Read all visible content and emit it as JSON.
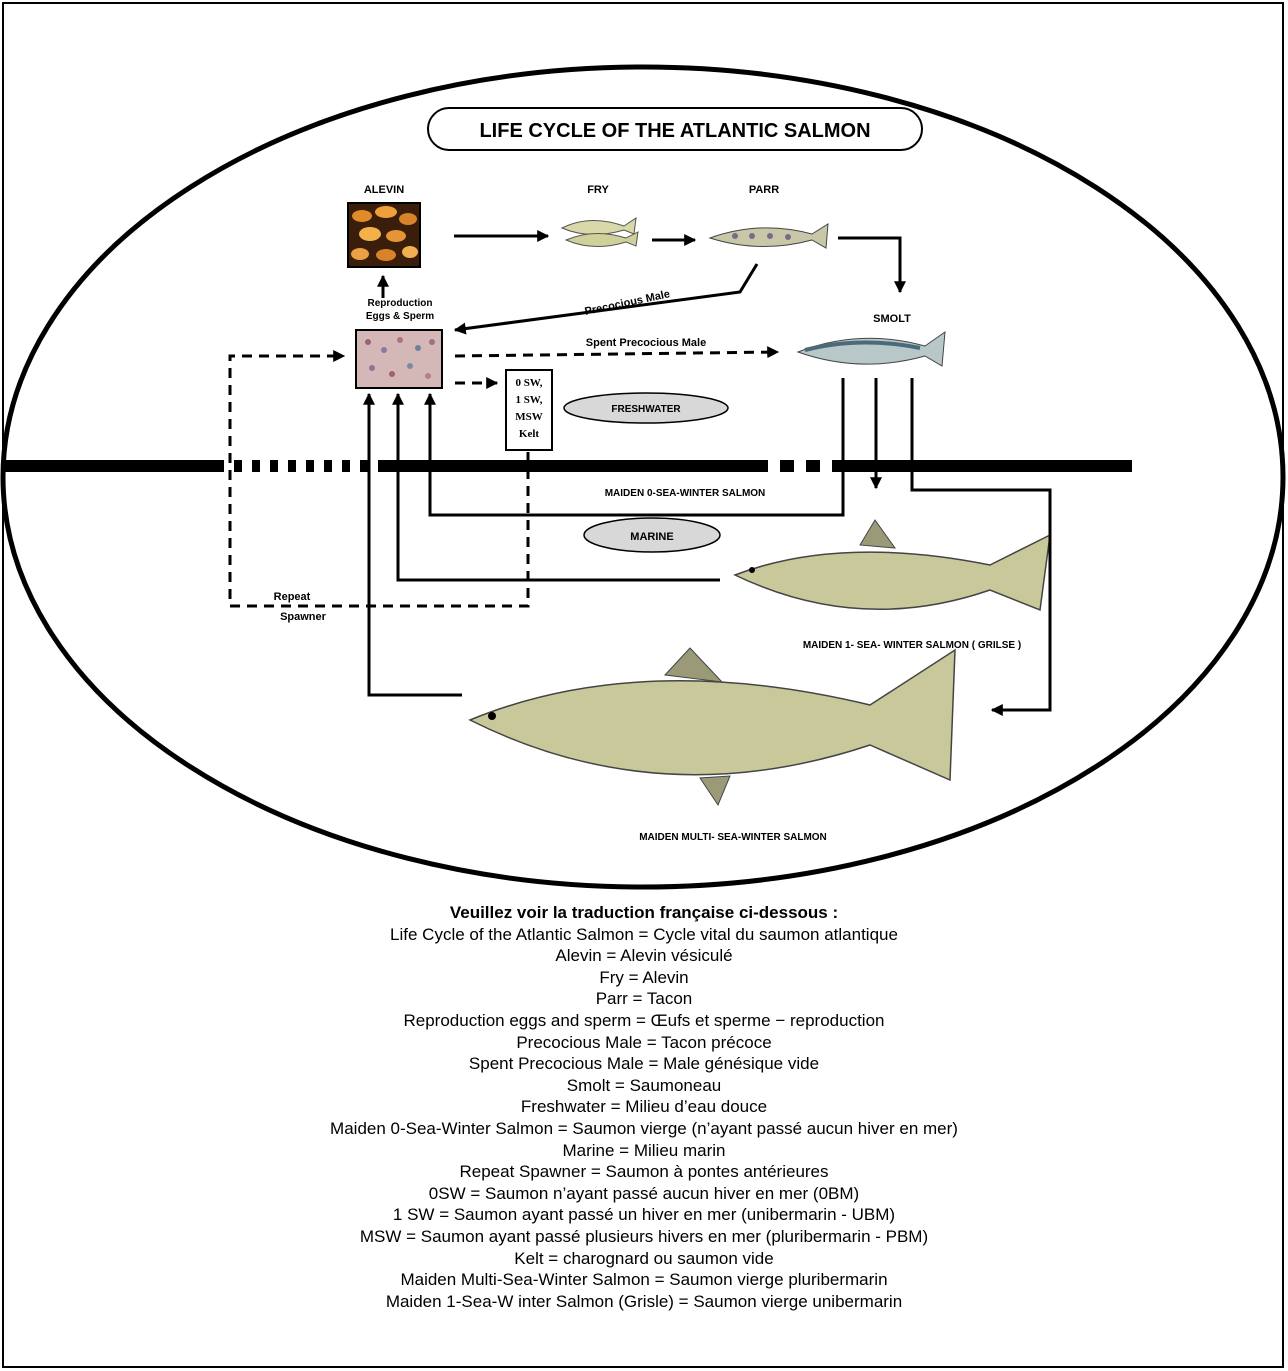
{
  "diagram": {
    "title": "LIFE CYCLE OF THE ATLANTIC SALMON",
    "stages": {
      "alevin": "ALEVIN",
      "fry": "FRY",
      "parr": "PARR",
      "smolt": "SMOLT",
      "reproduction_line1": "Reproduction",
      "reproduction_line2": "Eggs & Sperm"
    },
    "sw_box": [
      "0 SW,",
      "1 SW,",
      "MSW",
      "Kelt"
    ],
    "paths": {
      "precocious_male": "Precocious Male",
      "spent_precocious_male": "Spent Precocious Male",
      "maiden_0sw": "MAIDEN 0-SEA-WINTER SALMON",
      "maiden_1sw": "MAIDEN 1- SEA- WINTER SALMON ( GRILSE )",
      "maiden_msw": "MAIDEN MULTI- SEA-WINTER SALMON",
      "repeat_line1": "Repeat",
      "repeat_line2": "Spawner"
    },
    "zones": {
      "freshwater": "FRESHWATER",
      "marine": "MARINE"
    }
  },
  "translations": {
    "heading": "Veuillez voir la traduction française ci-dessous :",
    "lines": [
      "Life Cycle of the Atlantic Salmon = Cycle vital du saumon atlantique",
      "Alevin = Alevin vésiculé",
      "Fry = Alevin",
      "Parr = Tacon",
      "Reproduction eggs and sperm = Œufs et sperme − reproduction",
      "Precocious Male = Tacon précoce",
      "Spent Precocious Male = Male génésique vide",
      "Smolt = Saumoneau",
      "Freshwater = Milieu d’eau douce",
      "Maiden 0-Sea-Winter Salmon = Saumon vierge (n’ayant passé aucun hiver en mer)",
      "Marine = Milieu marin",
      "Repeat Spawner = Saumon à pontes antérieures",
      "0SW = Saumon n’ayant passé aucun hiver en mer (0BM)",
      "1 SW = Saumon ayant passé un hiver en mer (unibermarin - UBM)",
      "MSW = Saumon ayant passé plusieurs hivers en mer (pluribermarin - PBM)",
      "Kelt = charognard ou saumon vide",
      "Maiden Multi-Sea-Winter Salmon = Saumon vierge pluribermarin",
      "Maiden 1-Sea-W inter Salmon (Grisle) = Saumon vierge unibermarin"
    ]
  }
}
